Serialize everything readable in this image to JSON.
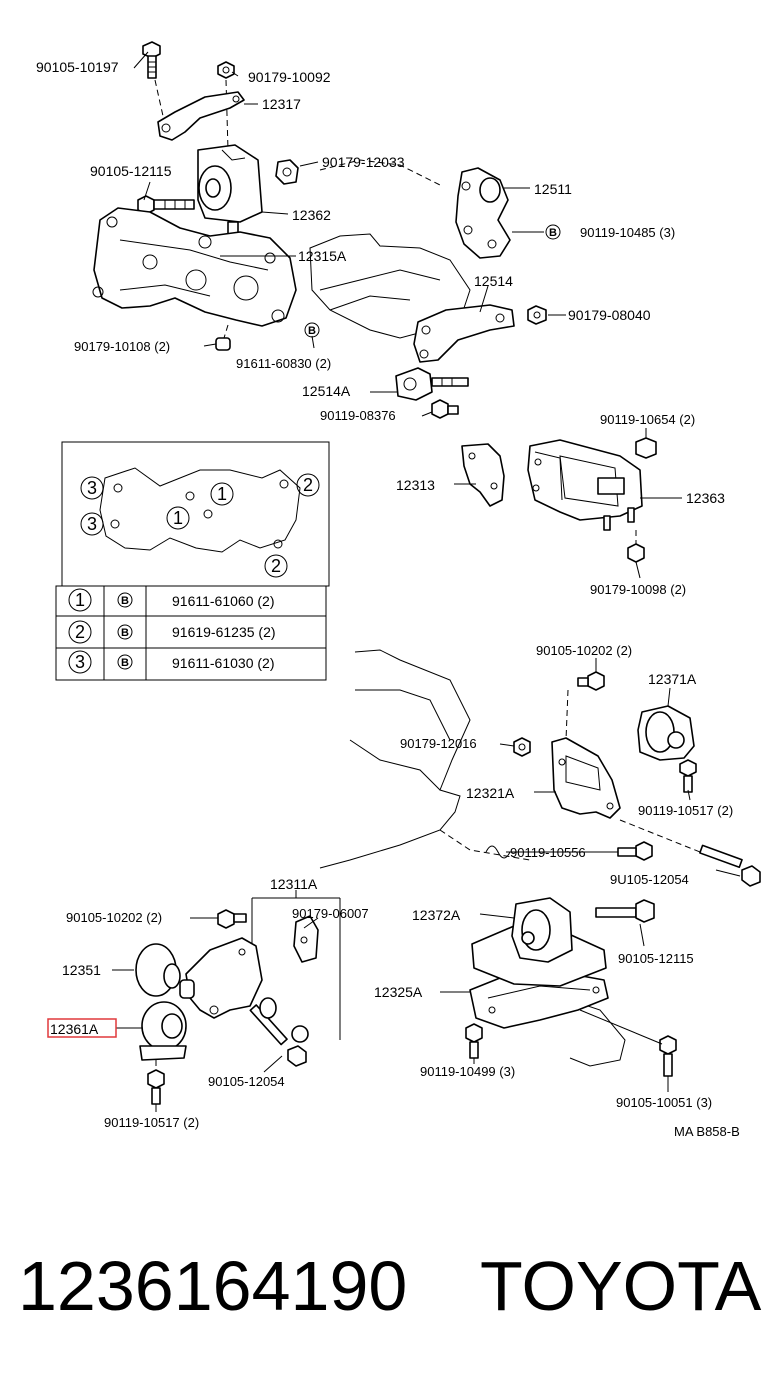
{
  "labels": {
    "p90105_10197": "90105-10197",
    "p90179_10092": "90179-10092",
    "p12317": "12317",
    "p90105_12115_top": "90105-12115",
    "p90179_12033": "90179-12033",
    "p12362": "12362",
    "p12315A": "12315A",
    "p12511": "12511",
    "p90119_10485": "90119-10485 (3)",
    "p12514": "12514",
    "p90179_08040": "90179-08040",
    "p90179_10108": "90179-10108 (2)",
    "p91611_60830": "91611-60830 (2)",
    "p12514A": "12514A",
    "p90119_08376": "90119-08376",
    "p90119_10654": "90119-10654 (2)",
    "p12313": "12313",
    "p12363": "12363",
    "p90179_10098": "90179-10098 (2)",
    "p90105_10202_right": "90105-10202 (2)",
    "p12371A": "12371A",
    "p90179_12016": "90179-12016",
    "p12321A": "12321A",
    "p90119_10517_right": "90119-10517 (2)",
    "p90119_10556": "90119-10556",
    "p90105_12054_right": "9U105-12054",
    "p12311A": "12311A",
    "p90105_10202_left": "90105-10202 (2)",
    "p90179_06007": "90179-06007",
    "p12372A": "12372A",
    "p12351": "12351",
    "p90105_12115_bottom": "90105-12115",
    "p12325A": "12325A",
    "p12361A": "12361A",
    "p90105_12054_left": "90105-12054",
    "p90119_10499": "90119-10499 (3)",
    "p90119_10517_left": "90119-10517 (2)",
    "p90105_10051": "90105-10051 (3)",
    "drawing_code": "MA B858-B"
  },
  "markers": {
    "b": "B",
    "one": "1",
    "two": "2",
    "three": "3"
  },
  "legend_table": [
    {
      "num": "1",
      "mark": "B",
      "part": "91611-61060 (2)"
    },
    {
      "num": "2",
      "mark": "B",
      "part": "91619-61235 (2)"
    },
    {
      "num": "3",
      "mark": "B",
      "part": "91611-61030 (2)"
    }
  ],
  "footer": {
    "part_number": "1236164190",
    "brand": "TOYOTA"
  },
  "colors": {
    "highlight": "#e0393b",
    "ink": "#000000"
  }
}
